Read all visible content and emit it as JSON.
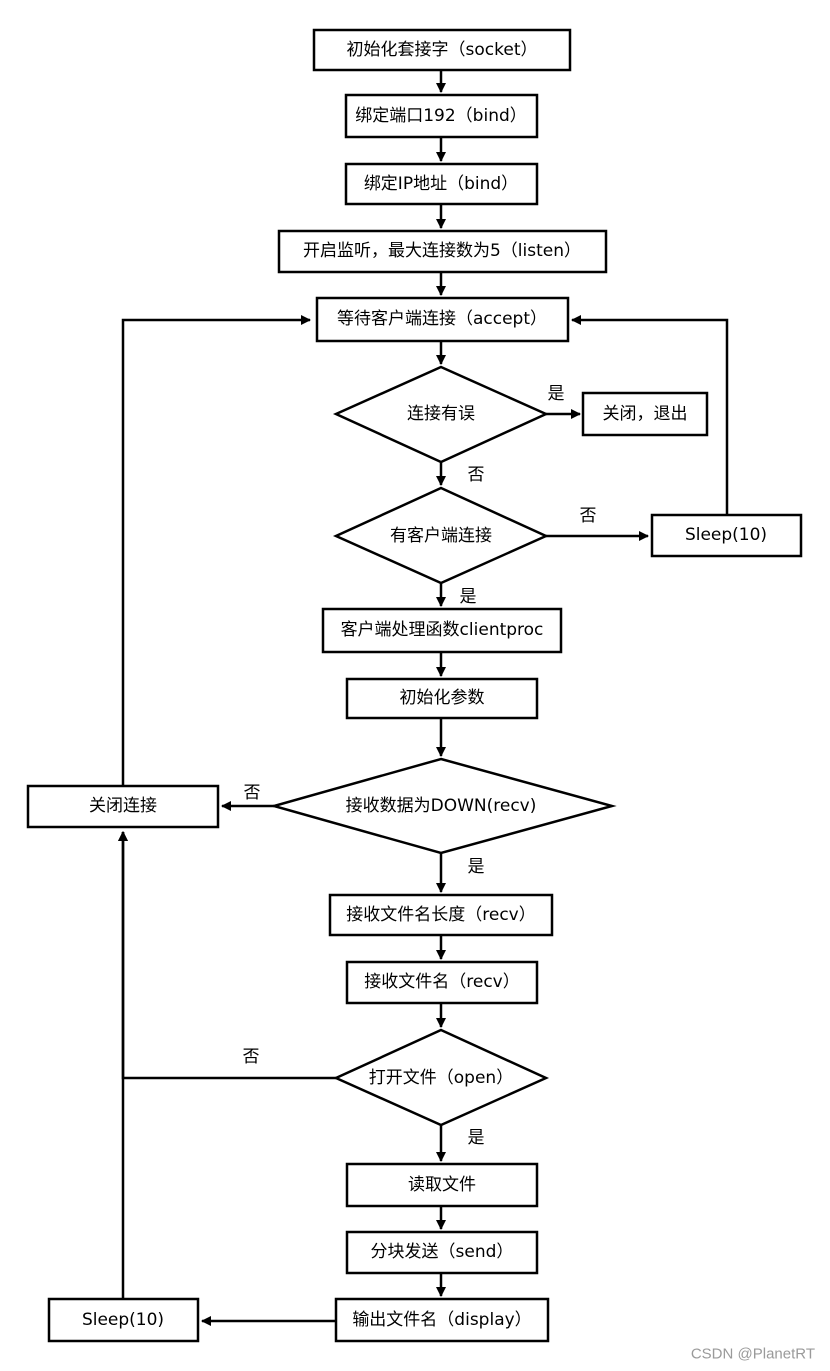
{
  "nodes": {
    "socket": "初始化套接字（socket）",
    "bind_port": "绑定端口192（bind）",
    "bind_ip": "绑定IP地址（bind）",
    "listen": "开启监听，最大连接数为5（listen）",
    "accept": "等待客户端连接（accept）",
    "conn_error": "连接有误",
    "close_exit": "关闭，退出",
    "has_client": "有客户端连接",
    "sleep_top": "Sleep(10)",
    "clientproc": "客户端处理函数clientproc",
    "init_params": "初始化参数",
    "recv_down": "接收数据为DOWN(recv)",
    "close_conn": "关闭连接",
    "recv_len": "接收文件名长度（recv）",
    "recv_name": "接收文件名（recv）",
    "open_file": "打开文件（open）",
    "read_file": "读取文件",
    "send_blocks": "分块发送（send）",
    "display": "输出文件名（display）",
    "sleep_bottom": "Sleep(10)"
  },
  "edge_labels": {
    "conn_error_yes": "是",
    "conn_error_no": "否",
    "has_client_no": "否",
    "has_client_yes": "是",
    "recv_down_no": "否",
    "recv_down_yes": "是",
    "open_file_no": "否",
    "open_file_yes": "是"
  },
  "watermark": "CSDN @PlanetRT"
}
